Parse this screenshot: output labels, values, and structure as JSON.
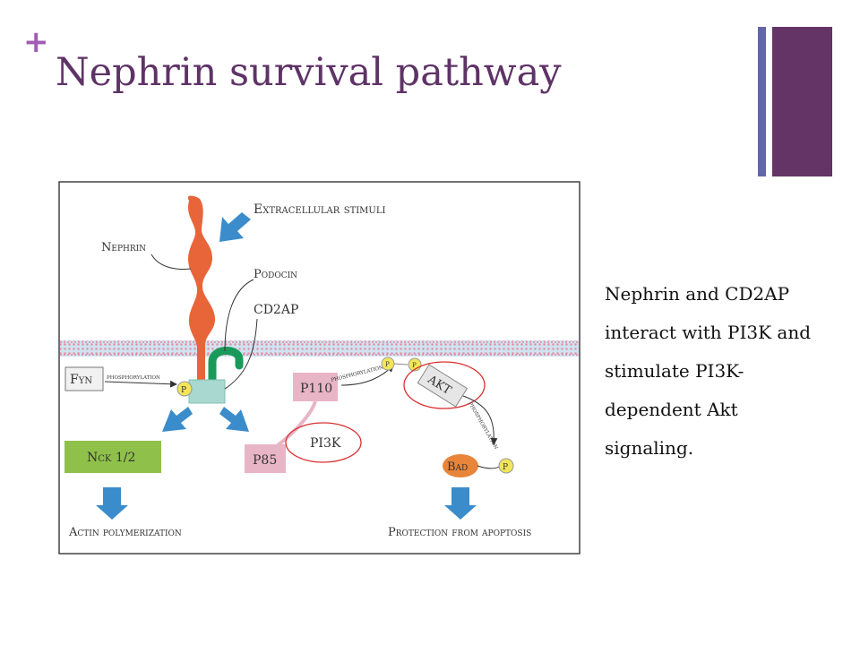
{
  "slide": {
    "plus": "+",
    "title": "Nephrin survival pathway",
    "caption_lines": [
      "Nephrin and CD2AP",
      "interact with PI3K and",
      "stimulate PI3K-",
      "dependent Akt",
      "signaling."
    ]
  },
  "diagram": {
    "labels": {
      "extracellular": "Extracellular stimuli",
      "nephrin": "Nephrin",
      "podocin": "Podocin",
      "cd2ap": "CD2AP",
      "fyn": "Fyn",
      "phos1": "PHOSPHORYLATION",
      "phos2": "PHOSPHORYLATION",
      "phos3": "PHOSPHORYLATION",
      "p_fyn": "P",
      "p110": "P110",
      "pi3k": "PI3K",
      "p85": "P85",
      "akt": "AKT",
      "p_left": "P",
      "p_right": "P",
      "bad": "Bad",
      "p_bad": "P",
      "nck": "Nck 1/2",
      "actin": "Actin polymerization",
      "protection": "Protection from apoptosis"
    }
  },
  "colors": {
    "title": "#5e3366",
    "accent_plus": "#a05cb3",
    "bar_thin": "#6467a6",
    "bar_thick": "#633465",
    "nephrin": "#e8653a",
    "arrow_blue": "#3b8ccb",
    "cd2ap_green": "#1a9a5a",
    "nck_green": "#8fc14a",
    "pink_box": "#e8b5c6",
    "phospho_yellow": "#f2e55a",
    "highlight_red": "#d93030"
  }
}
